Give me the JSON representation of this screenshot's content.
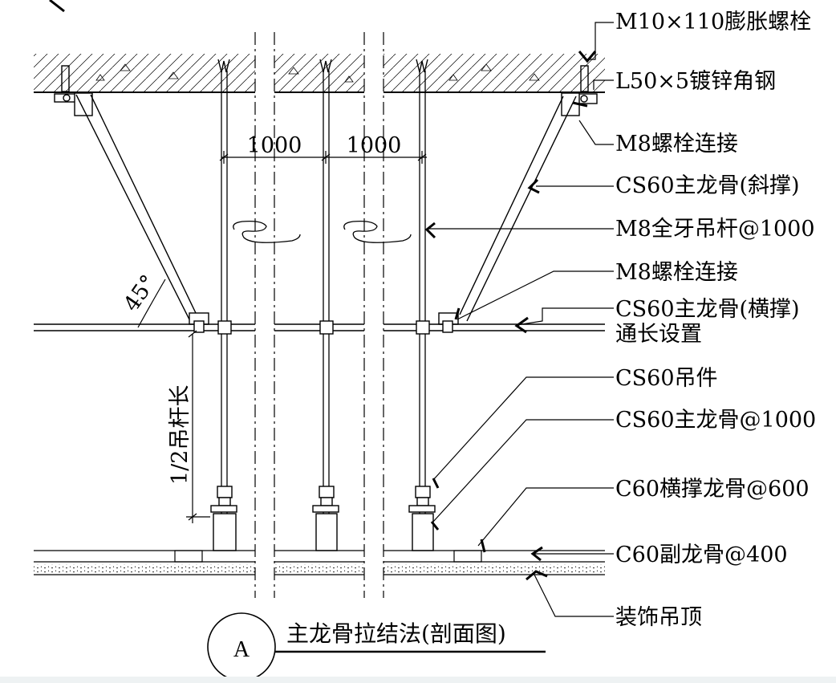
{
  "labels": {
    "expansion_bolt": "M10×110膨胀螺栓",
    "angle_steel": "L50×5镀锌角钢",
    "bolt_top": "M8螺栓连接",
    "brace_diag": "CS60主龙骨(斜撑)",
    "rod": "M8全牙吊杆@1000",
    "bolt_mid": "M8螺栓连接",
    "brace_horiz": "CS60主龙骨(横撑)",
    "brace_horiz_2": "通长设置",
    "hanger": "CS60吊件",
    "main_keel": "CS60主龙骨@1000",
    "cross_keel": "C60横撑龙骨@600",
    "sub_keel": "C60副龙骨@400",
    "ceiling": "装饰吊顶"
  },
  "dimensions": {
    "spacing_1": "1000",
    "spacing_2": "1000",
    "angle": "45°",
    "half_rod": "1/2吊杆长"
  },
  "title": {
    "marker": "A",
    "text": "主龙骨拉结法(剖面图)"
  }
}
